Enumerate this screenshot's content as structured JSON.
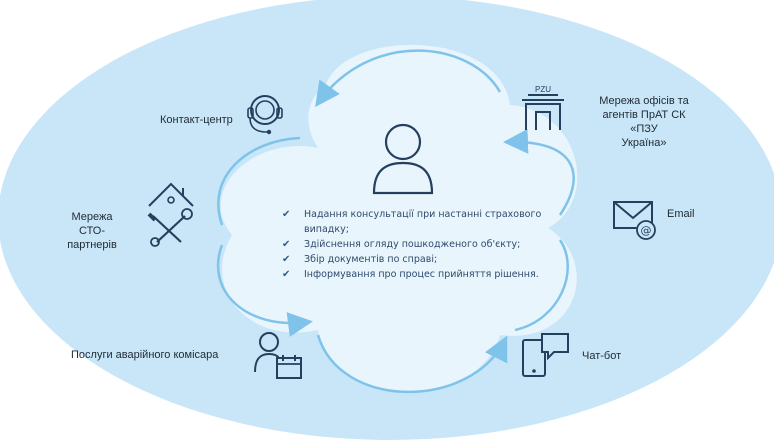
{
  "colors": {
    "ellipse": "#c8e6f8",
    "cloud": "#e9f5fd",
    "arrow": "#7fc3ea",
    "icon": "#24405e",
    "text": "#1f2a33",
    "bullet_text": "#2f4a6b"
  },
  "nodes": {
    "contact_center": {
      "label": "Контакт-центр",
      "icon": "headset-icon"
    },
    "offices": {
      "label_lines": [
        "Мережа офісів та",
        "агентів ПрАТ СК «ПЗУ",
        "Україна»"
      ],
      "logo_text": "PZU",
      "icon": "building-icon"
    },
    "sto": {
      "label_lines": [
        "Мережа СТО-",
        "партнерів"
      ],
      "icon": "house-tools-icon"
    },
    "email": {
      "label": "Email",
      "icon": "mail-icon"
    },
    "commissar": {
      "label": "Послуги аварійного комісара",
      "icon": "person-calendar-icon"
    },
    "chatbot": {
      "label": "Чат-бот",
      "icon": "chat-phone-icon"
    }
  },
  "center": {
    "icon": "user-icon",
    "bullets": [
      "Надання консультації при настанні страхового випадку;",
      "Здійснення огляду пошкодженого об'єкту;",
      "Збір документів по справі;",
      "Інформування про процес прийняття рішення."
    ]
  }
}
